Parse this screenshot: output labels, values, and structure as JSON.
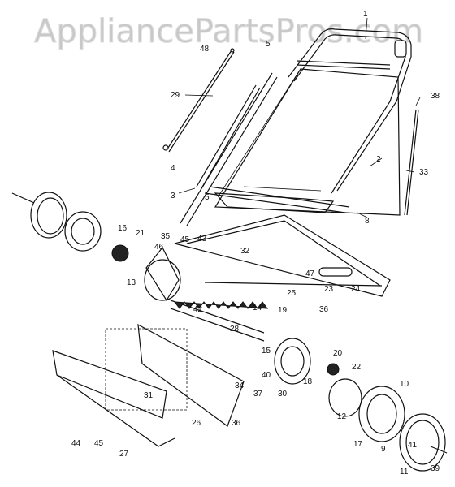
{
  "watermark": "AppliancePartsPros.com",
  "labels": [
    {
      "id": "1",
      "text": "1"
    },
    {
      "id": "2",
      "text": "2"
    },
    {
      "id": "3",
      "text": "3"
    },
    {
      "id": "4",
      "text": "4"
    },
    {
      "id": "5a",
      "text": "5"
    },
    {
      "id": "5b",
      "text": "5"
    },
    {
      "id": "8",
      "text": "8"
    },
    {
      "id": "9",
      "text": "9"
    },
    {
      "id": "10",
      "text": "10"
    },
    {
      "id": "11",
      "text": "11"
    },
    {
      "id": "12",
      "text": "12"
    },
    {
      "id": "13",
      "text": "13"
    },
    {
      "id": "14",
      "text": "14"
    },
    {
      "id": "15",
      "text": "15"
    },
    {
      "id": "16",
      "text": "16"
    },
    {
      "id": "17",
      "text": "17"
    },
    {
      "id": "18",
      "text": "18"
    },
    {
      "id": "19",
      "text": "19"
    },
    {
      "id": "20",
      "text": "20"
    },
    {
      "id": "21",
      "text": "21"
    },
    {
      "id": "22",
      "text": "22"
    },
    {
      "id": "23",
      "text": "23"
    },
    {
      "id": "24",
      "text": "24"
    },
    {
      "id": "25",
      "text": "25"
    },
    {
      "id": "26",
      "text": "26"
    },
    {
      "id": "27",
      "text": "27"
    },
    {
      "id": "28",
      "text": "28"
    },
    {
      "id": "29",
      "text": "29"
    },
    {
      "id": "30",
      "text": "30"
    },
    {
      "id": "31",
      "text": "31"
    },
    {
      "id": "32",
      "text": "32"
    },
    {
      "id": "33",
      "text": "33"
    },
    {
      "id": "34",
      "text": "34"
    },
    {
      "id": "35",
      "text": "35"
    },
    {
      "id": "36a",
      "text": "36"
    },
    {
      "id": "36b",
      "text": "36"
    },
    {
      "id": "37",
      "text": "37"
    },
    {
      "id": "38",
      "text": "38"
    },
    {
      "id": "39",
      "text": "39"
    },
    {
      "id": "40",
      "text": "40"
    },
    {
      "id": "41",
      "text": "41"
    },
    {
      "id": "42",
      "text": "42"
    },
    {
      "id": "43",
      "text": "43"
    },
    {
      "id": "44",
      "text": "44"
    },
    {
      "id": "45a",
      "text": "45"
    },
    {
      "id": "45b",
      "text": "45"
    },
    {
      "id": "46",
      "text": "46"
    },
    {
      "id": "47",
      "text": "47"
    },
    {
      "id": "48",
      "text": "48"
    }
  ]
}
